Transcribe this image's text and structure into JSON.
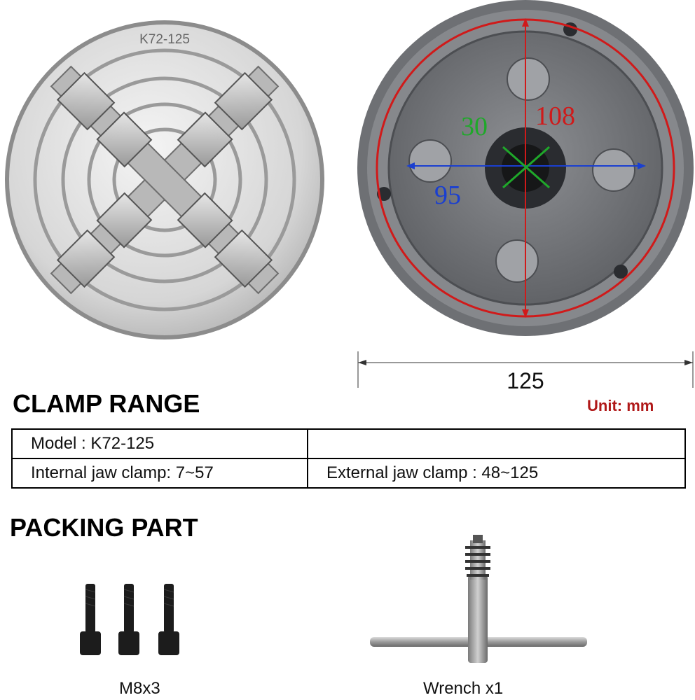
{
  "front_view": {
    "engraving": "K72-125"
  },
  "back_view": {
    "dimensions": {
      "outer_diameter": "108",
      "bolt_circle": "95",
      "bore": "30",
      "overall": "125"
    },
    "colors": {
      "outer_diameter": "#d01a1a",
      "bolt_circle": "#1a3fd0",
      "bore": "#1fa82a"
    }
  },
  "clamp_range": {
    "heading": "CLAMP RANGE",
    "unit_note": "Unit: mm",
    "rows": [
      [
        "Model : K72-125",
        ""
      ],
      [
        "Internal jaw clamp: 7~57",
        "External jaw clamp : 48~125"
      ]
    ]
  },
  "packing": {
    "heading": "PACKING PART",
    "items": [
      {
        "caption": "M8x3",
        "icon": "bolt-icon"
      },
      {
        "caption": "Wrench x1",
        "icon": "wrench-icon"
      }
    ]
  }
}
